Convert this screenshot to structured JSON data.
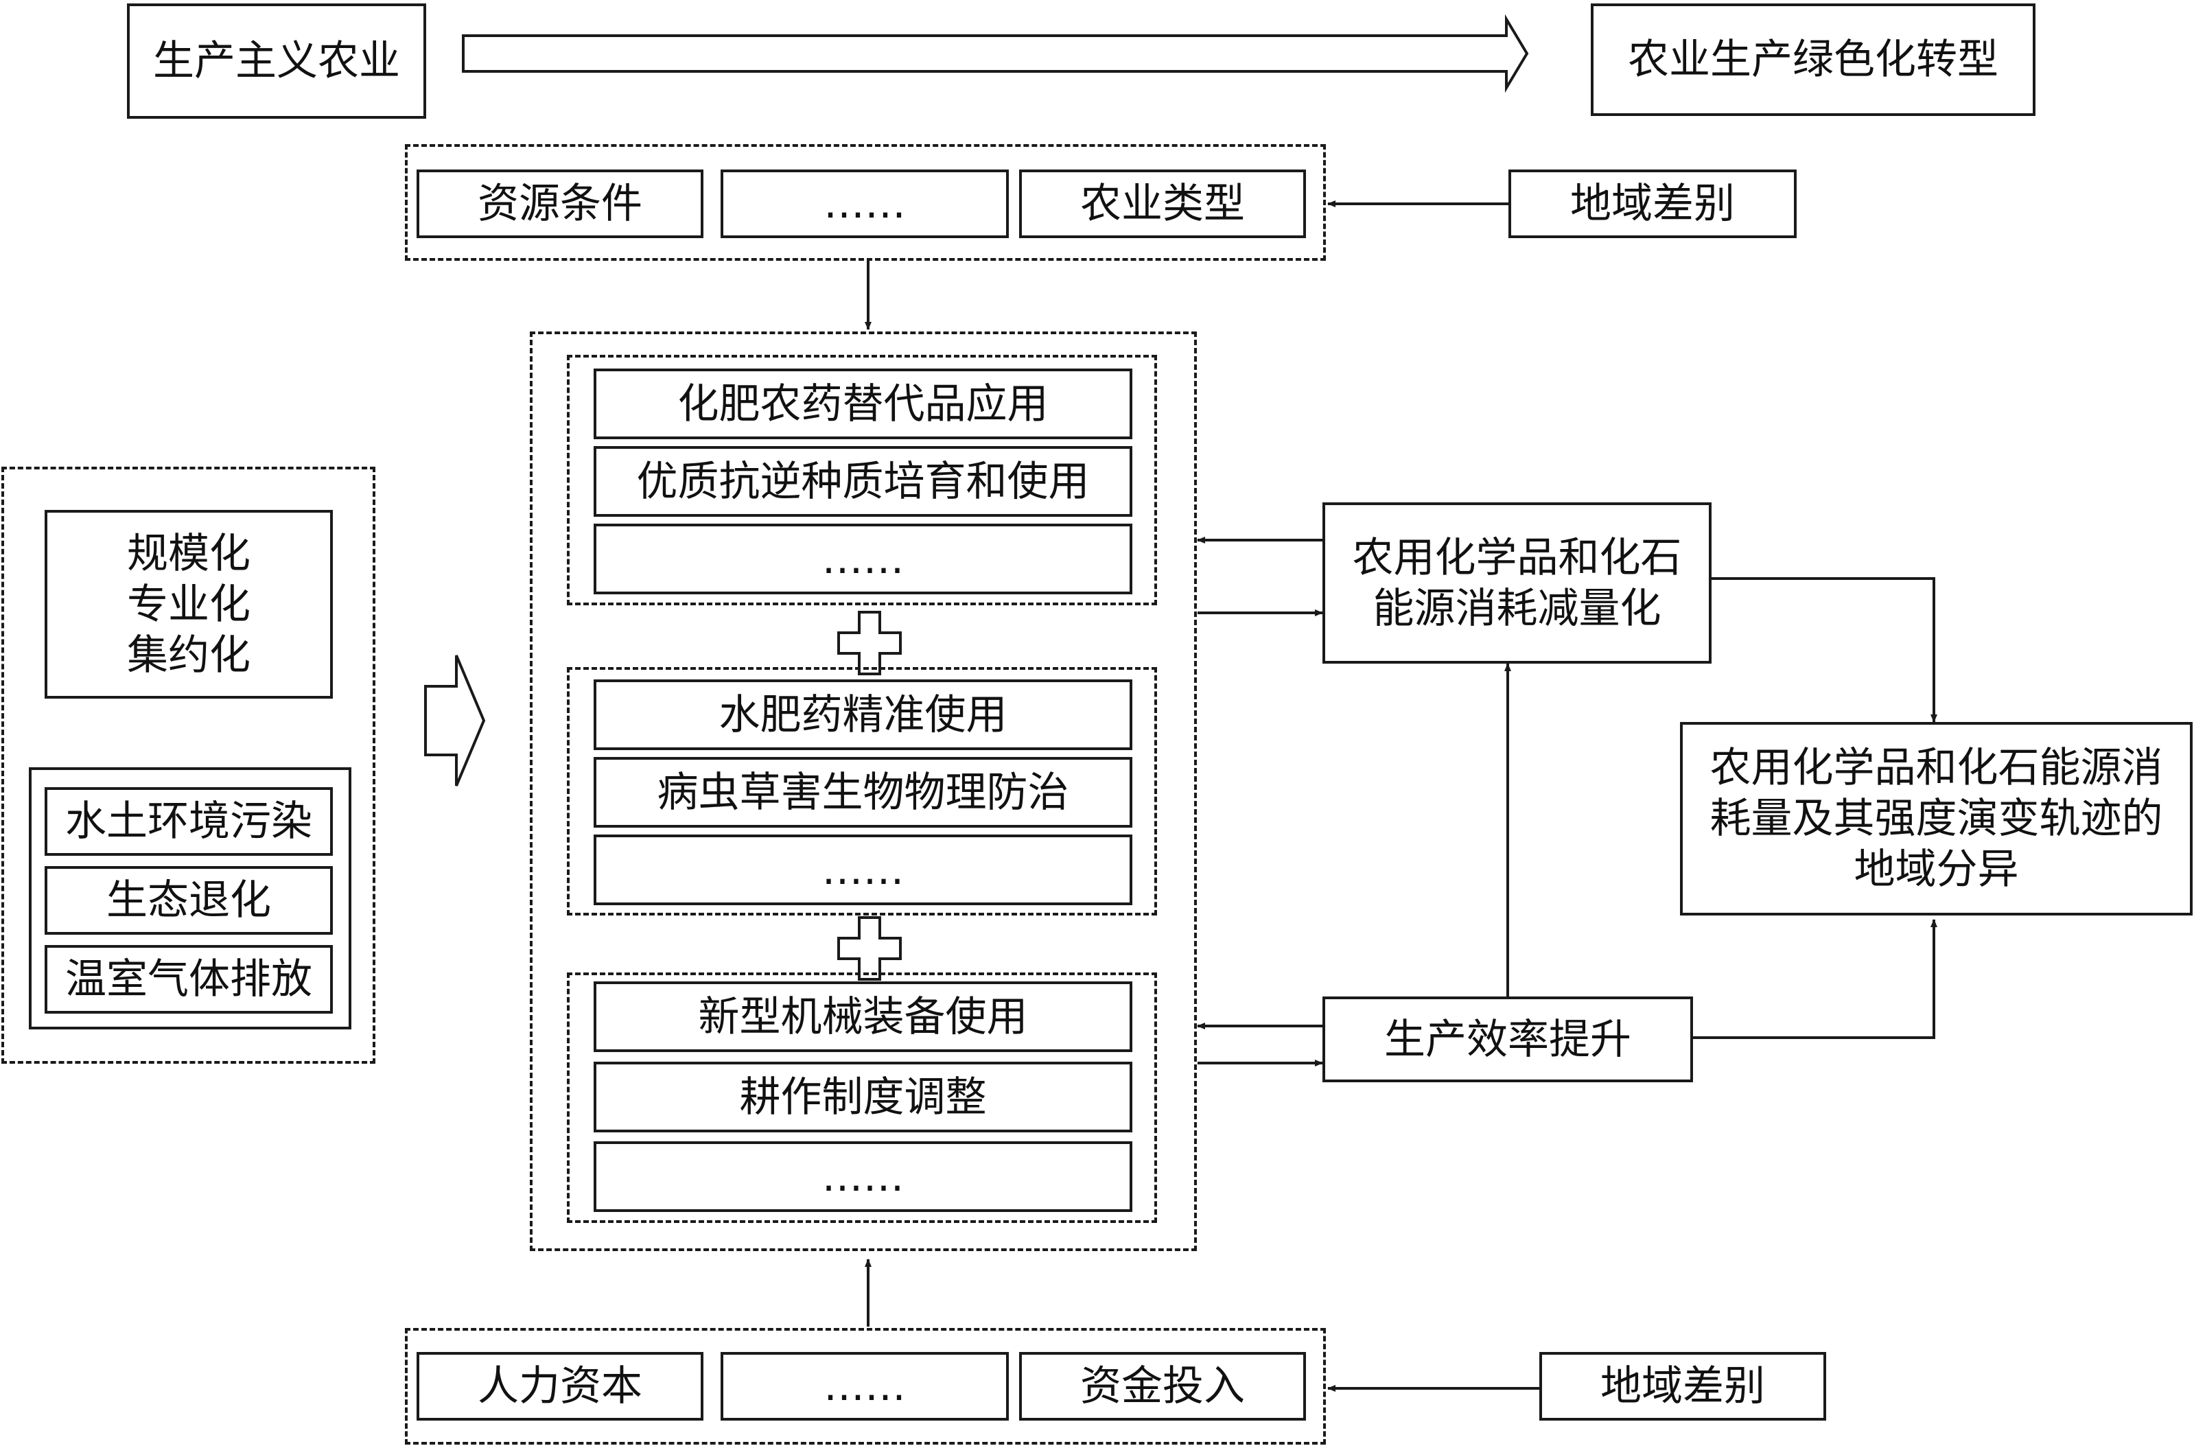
{
  "top": {
    "from": "生产主义农业",
    "to": "农业生产绿色化转型"
  },
  "top_conditions": {
    "left": "资源条件",
    "middle": "……",
    "right": "农业类型",
    "region": "地域差别"
  },
  "left_panel": {
    "drivers": "规模化\n专业化\n集约化",
    "problems": [
      "水土环境污染",
      "生态退化",
      "温室气体排放"
    ]
  },
  "center": {
    "group1": [
      "化肥农药替代品应用",
      "优质抗逆种质培育和使用",
      "……"
    ],
    "group2": [
      "水肥药精准使用",
      "病虫草害生物物理防治",
      "……"
    ],
    "group3": [
      "新型机械装备使用",
      "耕作制度调整",
      "……"
    ]
  },
  "right": {
    "reduction": "农用化学品和化石\n能源消耗减量化",
    "efficiency": "生产效率提升",
    "outcome": "农用化学品和化石能源消\n耗量及其强度演变轨迹的\n地域分异"
  },
  "bottom_conditions": {
    "left": "人力资本",
    "middle": "……",
    "right": "资金投入",
    "region": "地域差别"
  }
}
